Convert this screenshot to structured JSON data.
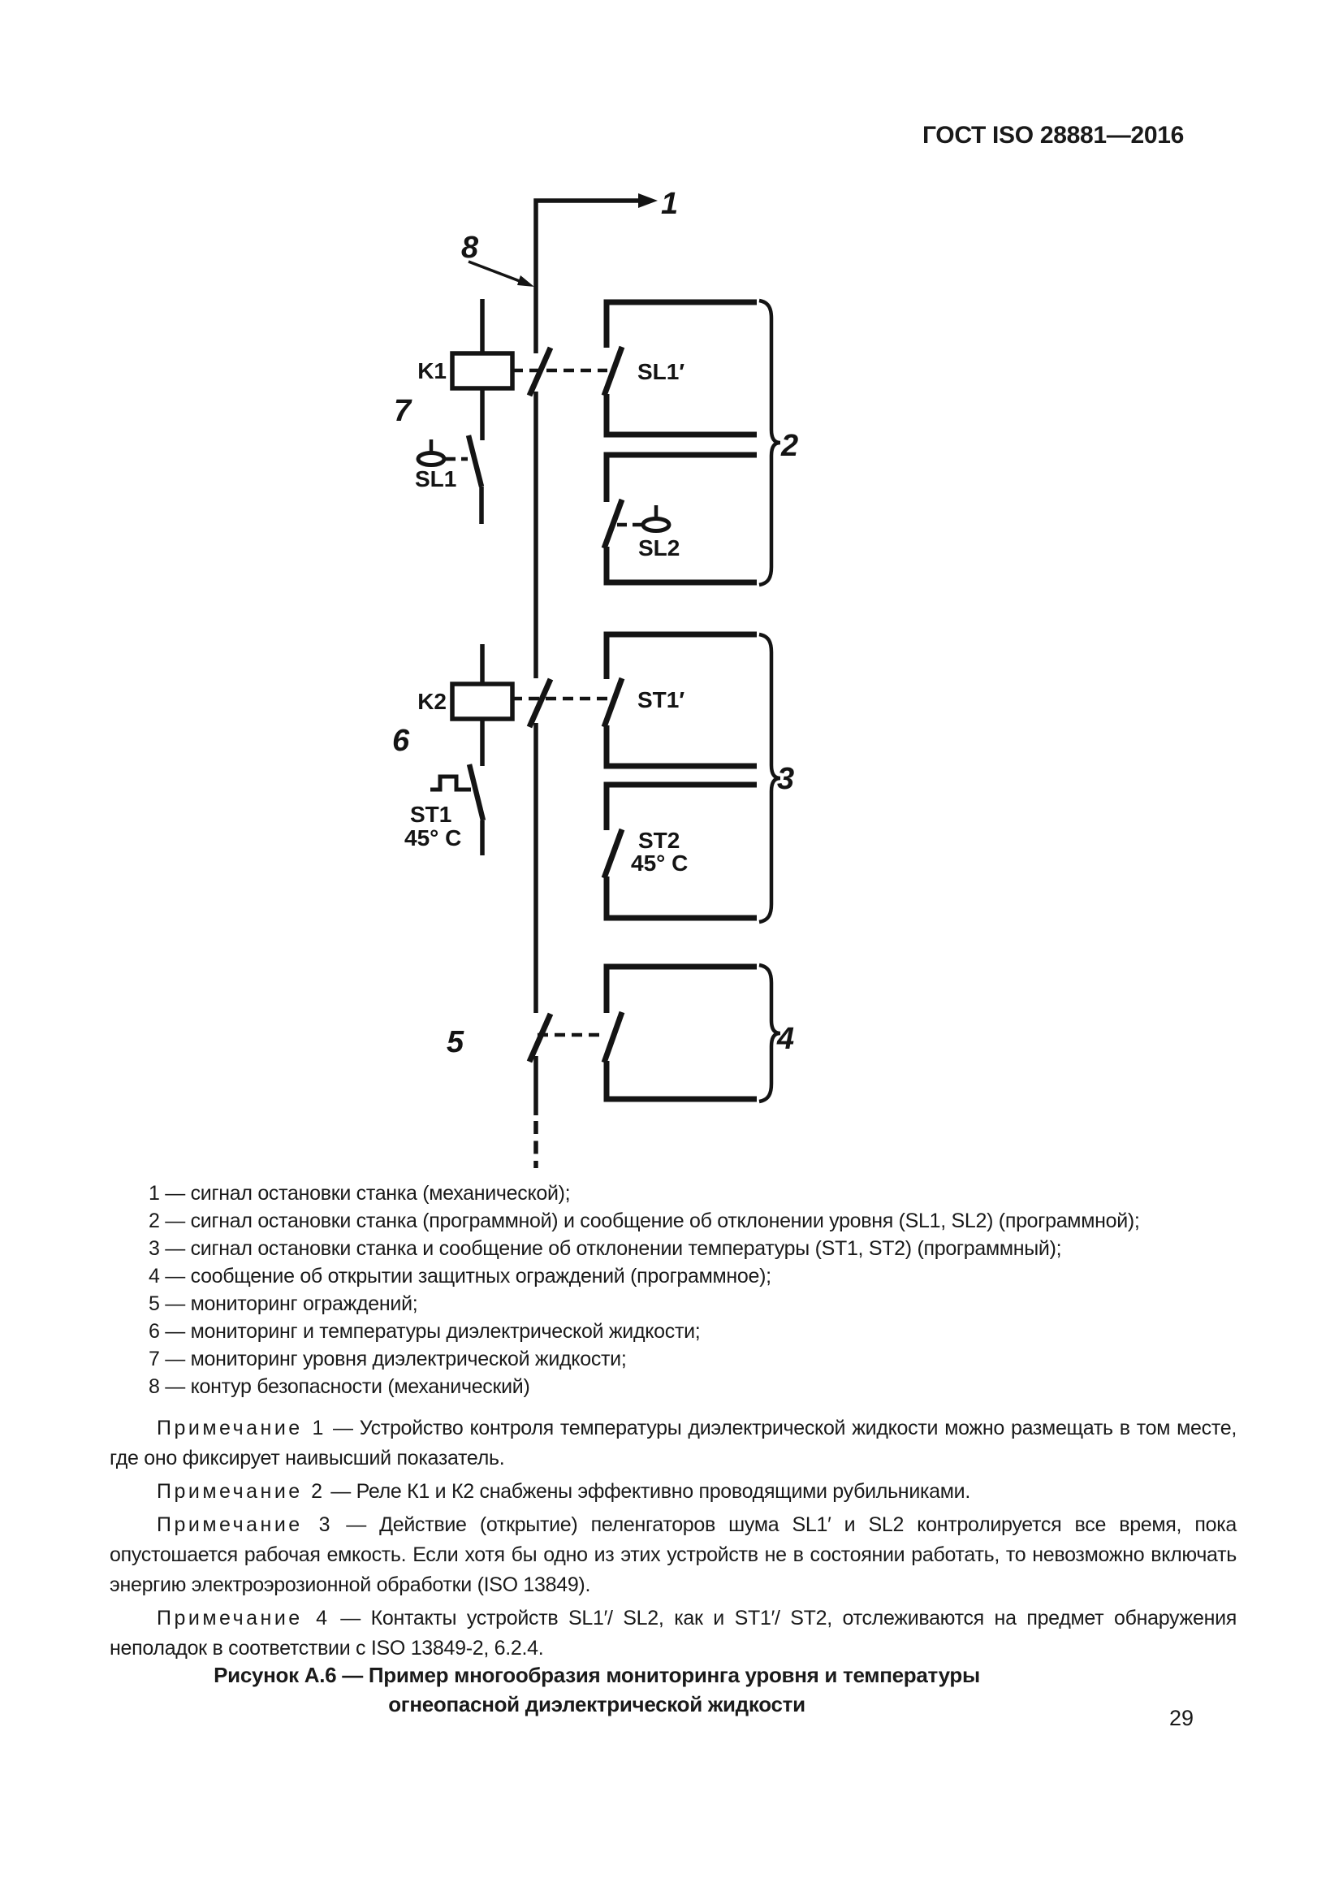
{
  "header": {
    "title": "ГОСТ ISO 28881—2016"
  },
  "diagram": {
    "labels": {
      "k1": "K1",
      "k2": "K2",
      "sl1": "SL1",
      "sl2": "SL2",
      "sl1_contact": "SL1′",
      "st1": "ST1",
      "st1_temp": "45° C",
      "st1_contact": "ST1′",
      "st2": "ST2",
      "st2_temp": "45° C"
    },
    "callouts": {
      "n1": "1",
      "n2": "2",
      "n3": "3",
      "n4": "4",
      "n5": "5",
      "n6": "6",
      "n7": "7",
      "n8": "8"
    }
  },
  "legend": {
    "items": [
      "1 — сигнал остановки станка (механической);",
      "2 — сигнал остановки станка (программной) и сообщение об отклонении уровня (SL1, SL2) (программной);",
      "3 — сигнал остановки станка и сообщение об отклонении температуры (ST1, ST2) (программный);",
      "4 — сообщение об открытии защитных ограждений (программное);",
      "5 — мониторинг ограждений;",
      "6 — мониторинг и температуры диэлектрической жидкости;",
      "7 — мониторинг уровня диэлектрической жидкости;",
      "8 — контур безопасности (механический)"
    ]
  },
  "notes": [
    {
      "label": "Примечание 1",
      "text": "— Устройство контроля температуры диэлектрической жидкости можно размещать в том месте, где оно фиксирует наивысший показатель."
    },
    {
      "label": "Примечание 2",
      "text": "— Реле К1 и К2 снабжены эффективно проводящими рубильниками."
    },
    {
      "label": "Примечание 3",
      "text": "— Действие (открытие) пеленгаторов шума SL1′ и SL2 контролируется все время, пока опустошается рабочая емкость. Если хотя бы одно из этих устройств не в состоянии работать, то невозможно вклю­чать энергию электроэрозионной обработки (ISO 13849)."
    },
    {
      "label": "Примечание 4",
      "text": "— Контакты устройств SL1′/ SL2, как и ST1′/ ST2, отслеживаются на предмет обнаружения неполадок в соответствии с ISO 13849-2, 6.2.4."
    }
  ],
  "caption": {
    "line1": "Рисунок А.6 — Пример многообразия мониторинга уровня и температуры",
    "line2": "огнеопасной диэлектрической жидкости"
  },
  "footer": {
    "page_number": "29"
  }
}
